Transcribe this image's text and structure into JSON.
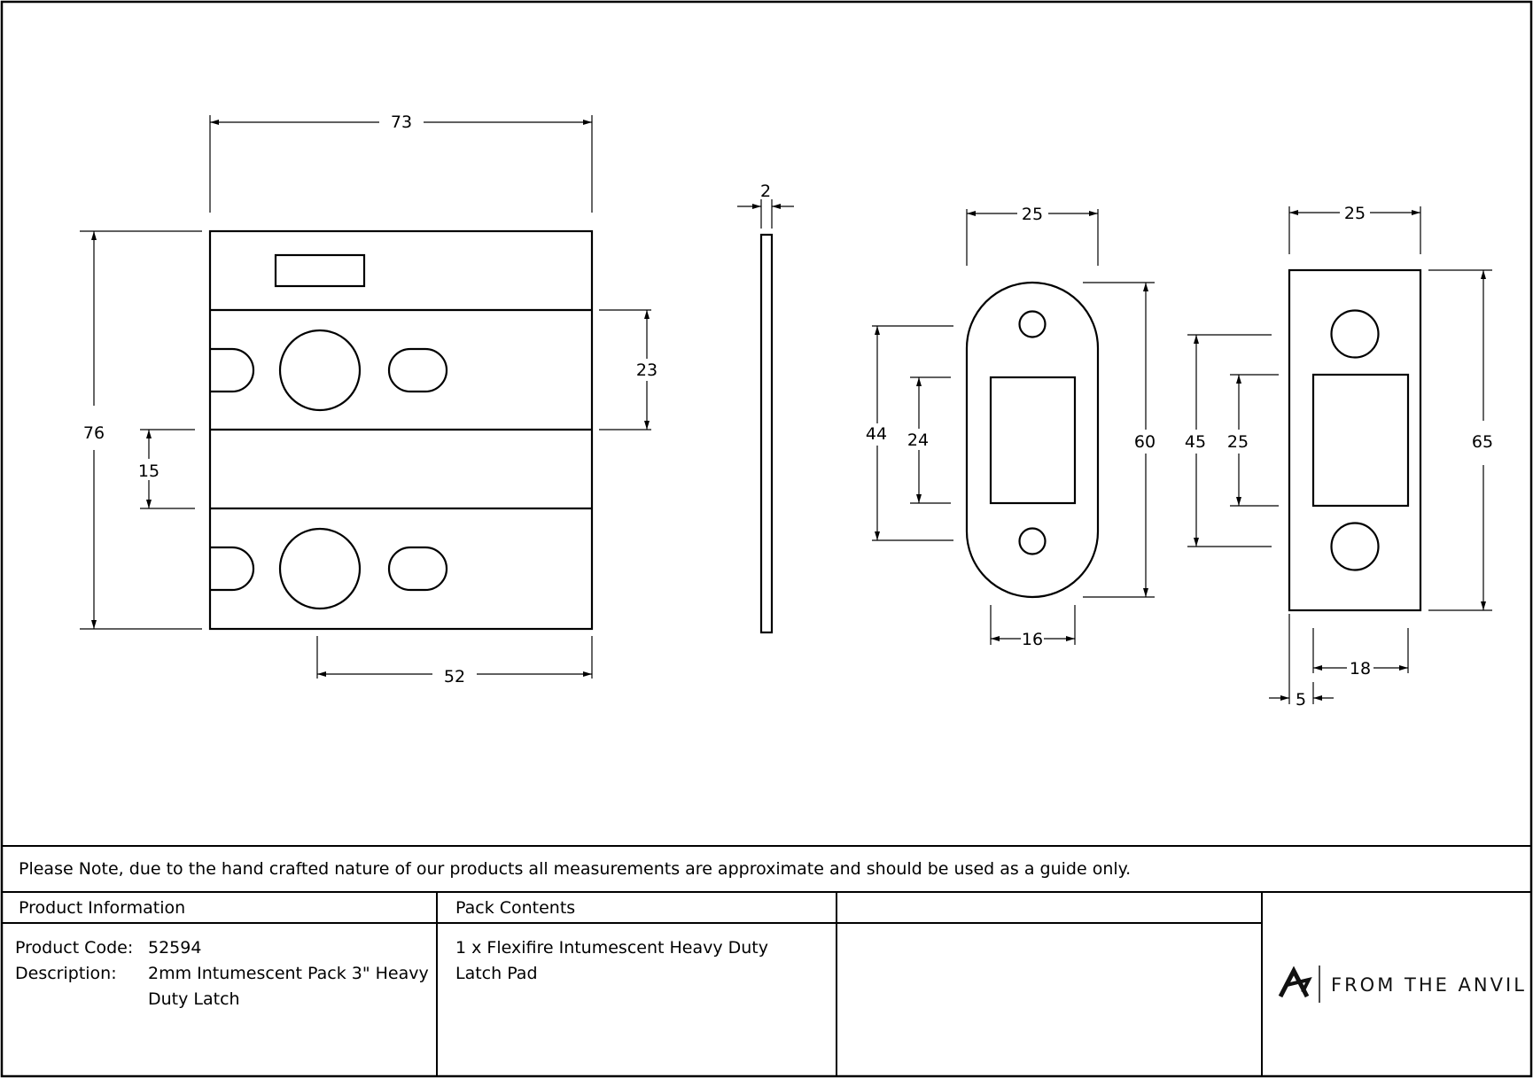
{
  "dimensions": {
    "plate_width": "73",
    "plate_height": "76",
    "spacing_15": "15",
    "spacing_23": "23",
    "offset_52": "52",
    "thickness": "2",
    "radius_plate_width": "25",
    "radius_plate_height": "60",
    "radius_hole_centres": "44",
    "radius_slot_height": "24",
    "radius_slot_width": "16",
    "square_plate_width": "25",
    "square_plate_height": "65",
    "square_hole_centres": "45",
    "square_slot_height": "25",
    "square_slot_width": "18",
    "square_slot_offset": "5"
  },
  "note": "Please Note, due to the hand crafted nature of our products all measurements are approximate and should be used as a guide only.",
  "product_info": {
    "header": "Product Information",
    "code_label": "Product Code:",
    "code_value": "52594",
    "description_label": "Description:",
    "description_line1": "2mm Intumescent Pack 3\" Heavy",
    "description_line2": "Duty Latch"
  },
  "pack_contents": {
    "header": "Pack Contents",
    "line1": "1 x Flexifire Intumescent Heavy Duty",
    "line2": "Latch Pad"
  },
  "brand": {
    "name": "FROM THE ANVIL",
    "logo_icon": "anvil-a-logo-icon"
  }
}
